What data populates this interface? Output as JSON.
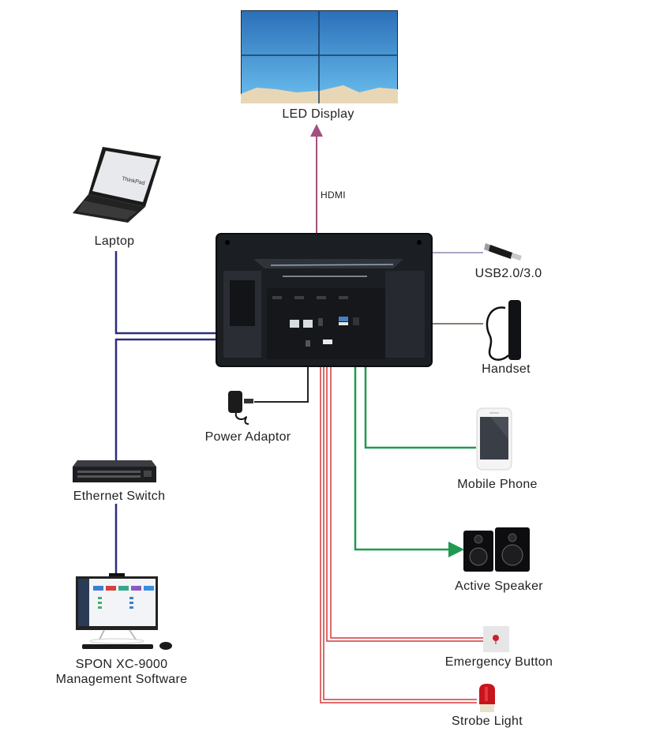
{
  "diagram": {
    "center_device": "SPON XC-9000 terminal (rear view)",
    "devices": {
      "led_display": "LED Display",
      "laptop": "Laptop",
      "usb": "USB2.0/3.0",
      "handset": "Handset",
      "power_adaptor": "Power Adaptor",
      "ethernet_switch": "Ethernet Switch",
      "mobile_phone": "Mobile Phone",
      "active_speaker": "Active Speaker",
      "management_software_line1": "SPON XC-9000",
      "management_software_line2": "Management Software",
      "emergency_button": "Emergency Button",
      "strobe_light": "Strobe Light"
    },
    "connection_labels": {
      "hdmi": "HDMI"
    },
    "connections": [
      {
        "from": "terminal",
        "to": "led_display",
        "type": "HDMI",
        "color": "#a3507f"
      },
      {
        "from": "laptop",
        "to": "terminal",
        "type": "Ethernet",
        "color": "#2a2f7a"
      },
      {
        "from": "ethernet_switch",
        "to": "terminal",
        "type": "Ethernet",
        "color": "#2a2f7a"
      },
      {
        "from": "ethernet_switch",
        "to": "management_software",
        "type": "Ethernet",
        "color": "#2a2f7a"
      },
      {
        "from": "terminal",
        "to": "usb",
        "type": "USB",
        "color": "#a9a6c8"
      },
      {
        "from": "terminal",
        "to": "handset",
        "type": "Handset",
        "color": "#8a7a74"
      },
      {
        "from": "power_adaptor",
        "to": "terminal",
        "type": "Power",
        "color": "#222222"
      },
      {
        "from": "mobile_phone",
        "to": "terminal",
        "type": "Audio In",
        "color": "#1e9a50"
      },
      {
        "from": "terminal",
        "to": "active_speaker",
        "type": "Audio Out",
        "color": "#1e9a50"
      },
      {
        "from": "terminal",
        "to": "emergency_button",
        "type": "Alarm",
        "color": "#d43a3a"
      },
      {
        "from": "terminal",
        "to": "strobe_light",
        "type": "Alarm",
        "color": "#d43a3a"
      }
    ]
  }
}
